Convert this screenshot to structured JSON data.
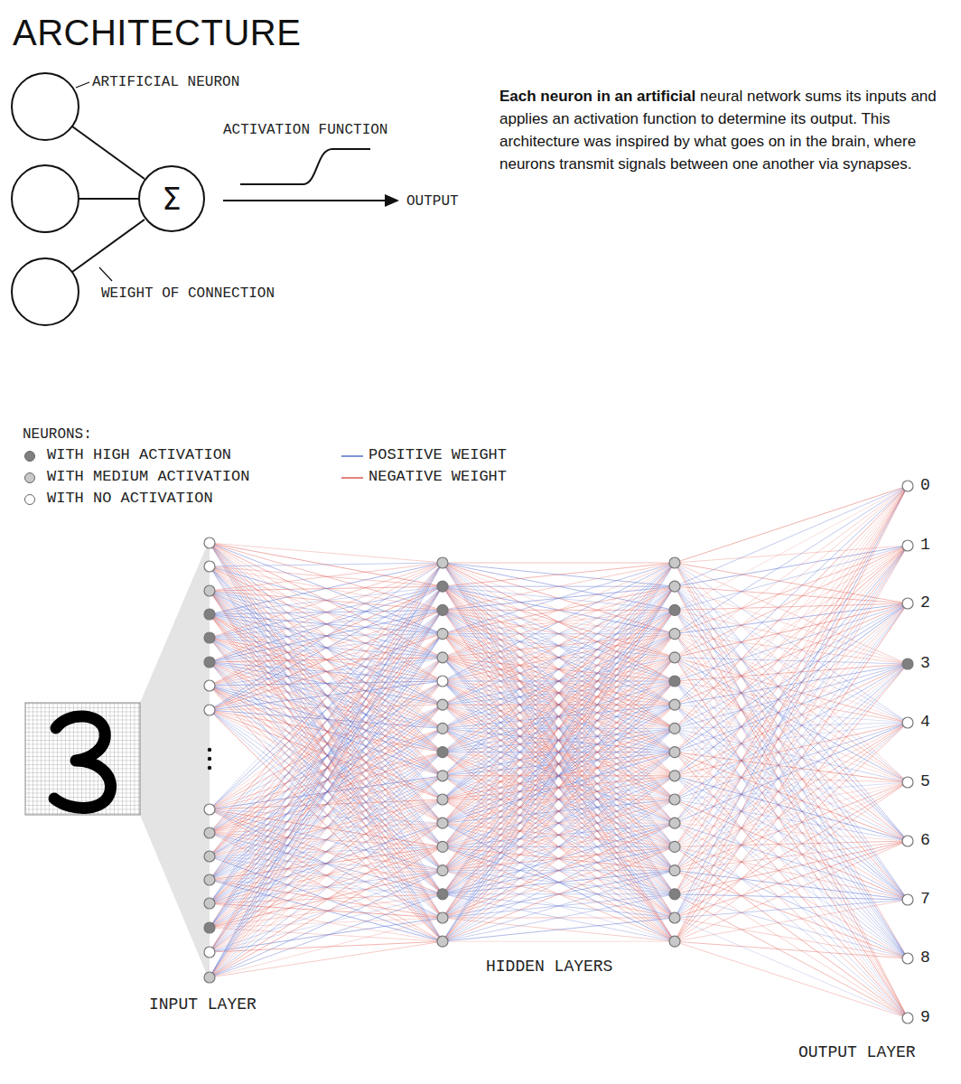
{
  "diagram": {
    "title": "ARCHITECTURE",
    "nodes": [
      {
        "text": [
          "Σ"
        ]
      }
    ],
    "labels": [
      "ARTIFICIAL NEURON",
      "ACTIVATION FUNCTION",
      "OUTPUT",
      "WEIGHT OF CONNECTION",
      "Each neuron in an artificial",
      "neural network sums its inputs and applies an activation function to determine its output. This architecture was inspired by what goes on in the brain, where neurons transmit signals between one another via synapses.",
      "NEURONS:",
      "INPUT LAYER",
      "HIDDEN LAYERS",
      "0",
      "1",
      "2",
      "3",
      "4",
      "5",
      "6",
      "7",
      "8",
      "9",
      "OUTPUT LAYER"
    ],
    "legend": [
      {
        "text": "WITH HIGH ACTIVATION",
        "color": "#808080"
      },
      {
        "text": "WITH MEDIUM ACTIVATION",
        "color": "#c8c8c8"
      },
      {
        "text": "WITH NO ACTIVATION",
        "color": "#ffffff"
      },
      {
        "text": "POSITIVE WEIGHT"
      },
      {
        "text": "NEGATIVE WEIGHT"
      }
    ]
  }
}
